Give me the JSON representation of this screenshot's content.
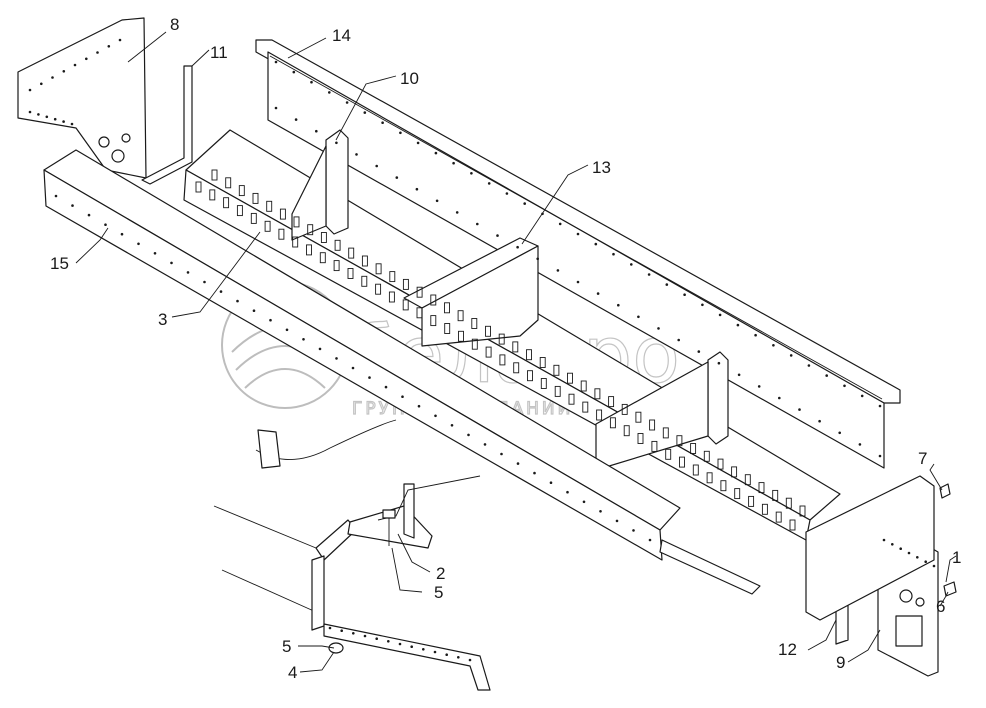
{
  "watermark": {
    "brand_text": "белагро",
    "tagline_text": "ГРУППА КОМПАНИЙ"
  },
  "callouts": [
    {
      "id": "c1",
      "label": "1"
    },
    {
      "id": "c2",
      "label": "2"
    },
    {
      "id": "c3",
      "label": "3"
    },
    {
      "id": "c4",
      "label": "4"
    },
    {
      "id": "c5a",
      "label": "5"
    },
    {
      "id": "c5b",
      "label": "5"
    },
    {
      "id": "c6",
      "label": "6"
    },
    {
      "id": "c7",
      "label": "7"
    },
    {
      "id": "c8",
      "label": "8"
    },
    {
      "id": "c9",
      "label": "9"
    },
    {
      "id": "c10",
      "label": "10"
    },
    {
      "id": "c11",
      "label": "11"
    },
    {
      "id": "c12",
      "label": "12"
    },
    {
      "id": "c13",
      "label": "13"
    },
    {
      "id": "c14",
      "label": "14"
    },
    {
      "id": "c15",
      "label": "15"
    }
  ]
}
